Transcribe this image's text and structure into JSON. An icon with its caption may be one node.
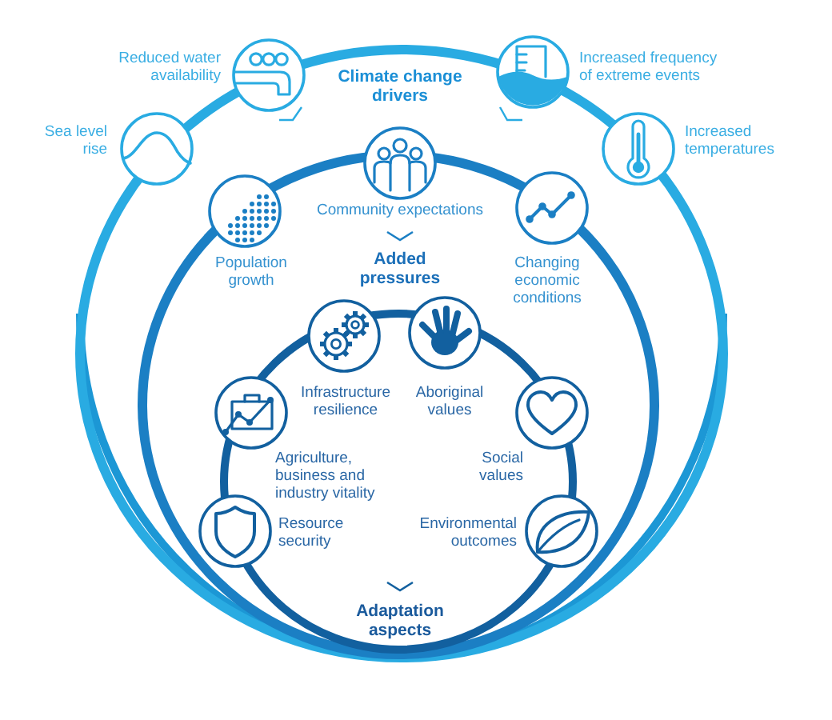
{
  "diagram": {
    "nodes": [
      {
        "text": [
          "Climate change drivers"
        ]
      },
      {
        "text": [
          "Reduced water availability"
        ],
        "in": 0
      },
      {
        "text": [
          "Increased frequency of extreme events"
        ],
        "in": 0
      },
      {
        "text": [
          "Sea level rise"
        ],
        "in": 0
      },
      {
        "text": [
          "Increased temperatures"
        ],
        "in": 0
      },
      {
        "text": [
          "Added pressures"
        ],
        "in": 0
      },
      {
        "text": [
          "Community expectations"
        ],
        "in": 5
      },
      {
        "text": [
          "Population growth"
        ],
        "in": 5
      },
      {
        "text": [
          "Changing economic conditions"
        ],
        "in": 5
      },
      {
        "text": [
          "Adaptation aspects"
        ],
        "in": 5
      },
      {
        "text": [
          "Infrastructure resilience"
        ],
        "in": 9
      },
      {
        "text": [
          "Aboriginal values"
        ],
        "in": 9
      },
      {
        "text": [
          "Agriculture, business and industry vitality"
        ],
        "in": 9
      },
      {
        "text": [
          "Social values"
        ],
        "in": 9
      },
      {
        "text": [
          "Resource security"
        ],
        "in": 9
      },
      {
        "text": [
          "Environmental outcomes"
        ],
        "in": 9
      }
    ]
  }
}
